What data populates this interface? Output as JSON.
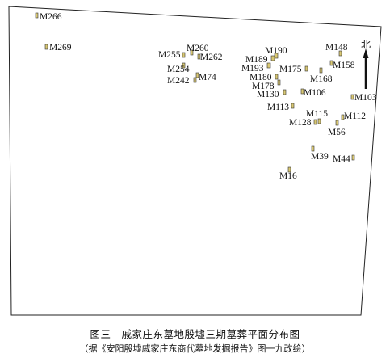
{
  "map": {
    "north_label": "北",
    "tombs": [
      {
        "id": "M266",
        "label": "M266"
      },
      {
        "id": "M269",
        "label": "M269"
      },
      {
        "id": "M255",
        "label": "M255"
      },
      {
        "id": "M260",
        "label": "M260"
      },
      {
        "id": "M262",
        "label": "M262"
      },
      {
        "id": "M254",
        "label": "M254"
      },
      {
        "id": "M242",
        "label": "M242"
      },
      {
        "id": "M74",
        "label": "M74"
      },
      {
        "id": "M190",
        "label": "M190"
      },
      {
        "id": "M189",
        "label": "M189"
      },
      {
        "id": "M193",
        "label": "M193"
      },
      {
        "id": "M175",
        "label": "M175"
      },
      {
        "id": "M180",
        "label": "M180"
      },
      {
        "id": "M178",
        "label": "M178"
      },
      {
        "id": "M130",
        "label": "M130"
      },
      {
        "id": "M106",
        "label": "M106"
      },
      {
        "id": "M148",
        "label": "M148"
      },
      {
        "id": "M158",
        "label": "M158"
      },
      {
        "id": "M168",
        "label": "M168"
      },
      {
        "id": "M103",
        "label": "M103"
      },
      {
        "id": "M113",
        "label": "M113"
      },
      {
        "id": "M115",
        "label": "M115"
      },
      {
        "id": "M128",
        "label": "M128"
      },
      {
        "id": "M112",
        "label": "M112"
      },
      {
        "id": "M56",
        "label": "M56"
      },
      {
        "id": "M39",
        "label": "M39"
      },
      {
        "id": "M44",
        "label": "M44"
      },
      {
        "id": "M16",
        "label": "M16"
      }
    ]
  },
  "caption": {
    "title": "图三　戚家庄东墓地殷墟三期墓葬平面分布图",
    "source": "（据《安阳殷墟戚家庄东商代墓地发掘报告》图一九改绘）"
  }
}
